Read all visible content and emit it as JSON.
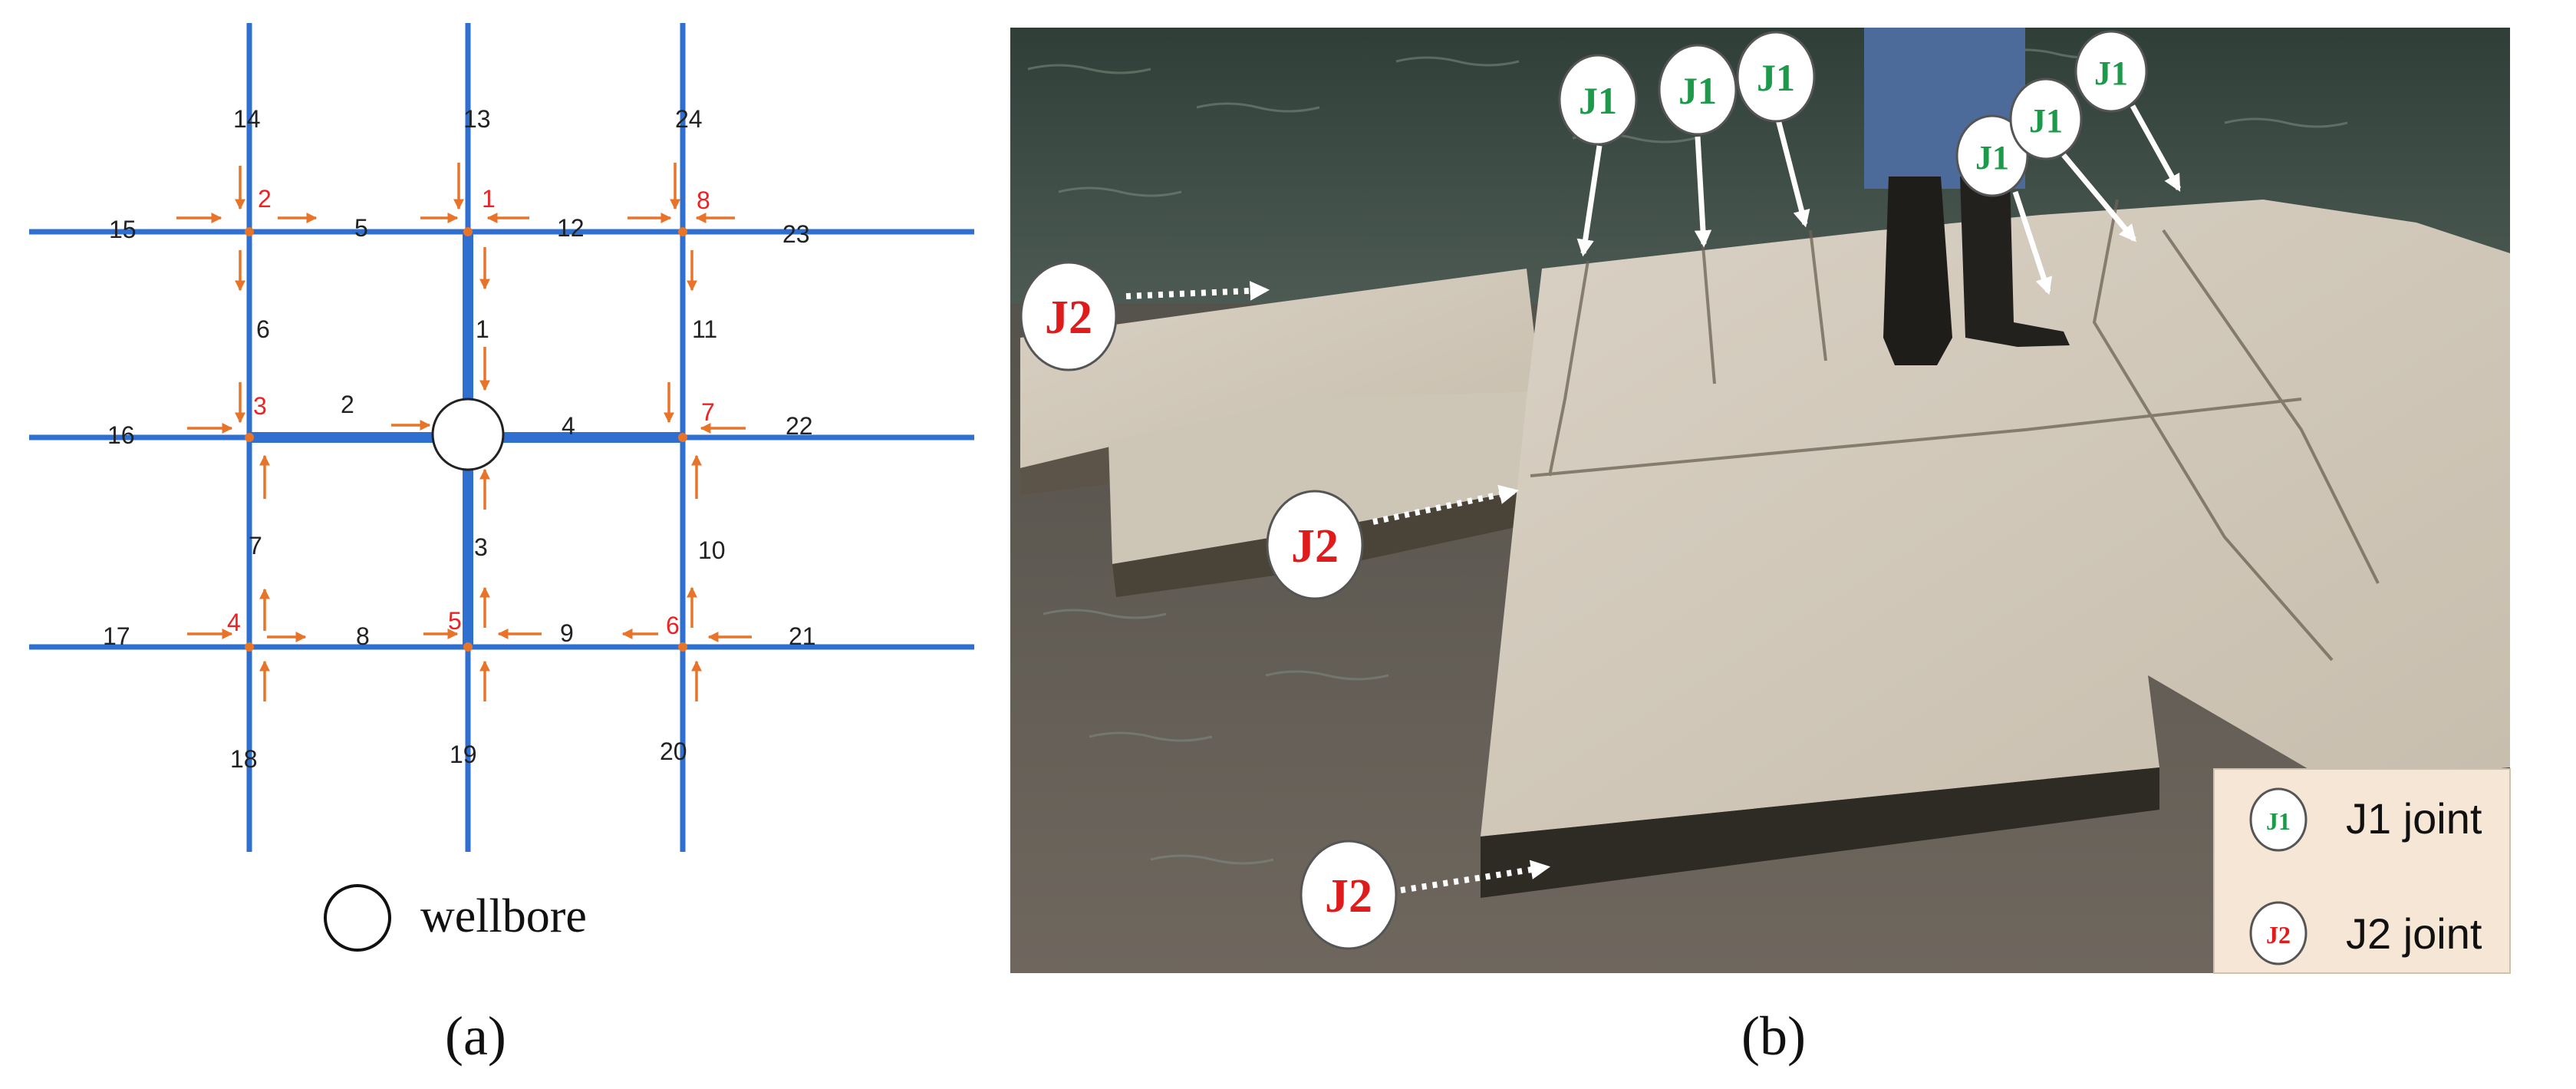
{
  "panel_a": {
    "caption": "(a)",
    "legend_label": "wellbore",
    "line_color": "#2f6fd0",
    "arrow_color": "#e8742a",
    "node_color": "#e82020",
    "edge_labels": [
      "1",
      "2",
      "3",
      "4",
      "5",
      "6",
      "7",
      "8",
      "9",
      "10",
      "11",
      "12",
      "13",
      "14",
      "15",
      "16",
      "17",
      "18",
      "19",
      "20",
      "21",
      "22",
      "23",
      "24"
    ],
    "node_labels": [
      "1",
      "2",
      "3",
      "4",
      "5",
      "6",
      "7",
      "8"
    ]
  },
  "panel_b": {
    "caption": "(b)",
    "j1_marker": "J1",
    "j2_marker": "J2",
    "j1_color": "#1c9a4a",
    "j2_color": "#e01b1b",
    "legend": [
      {
        "marker": "J1",
        "text": "J1 joint"
      },
      {
        "marker": "J2",
        "text": "J2 joint"
      }
    ]
  }
}
